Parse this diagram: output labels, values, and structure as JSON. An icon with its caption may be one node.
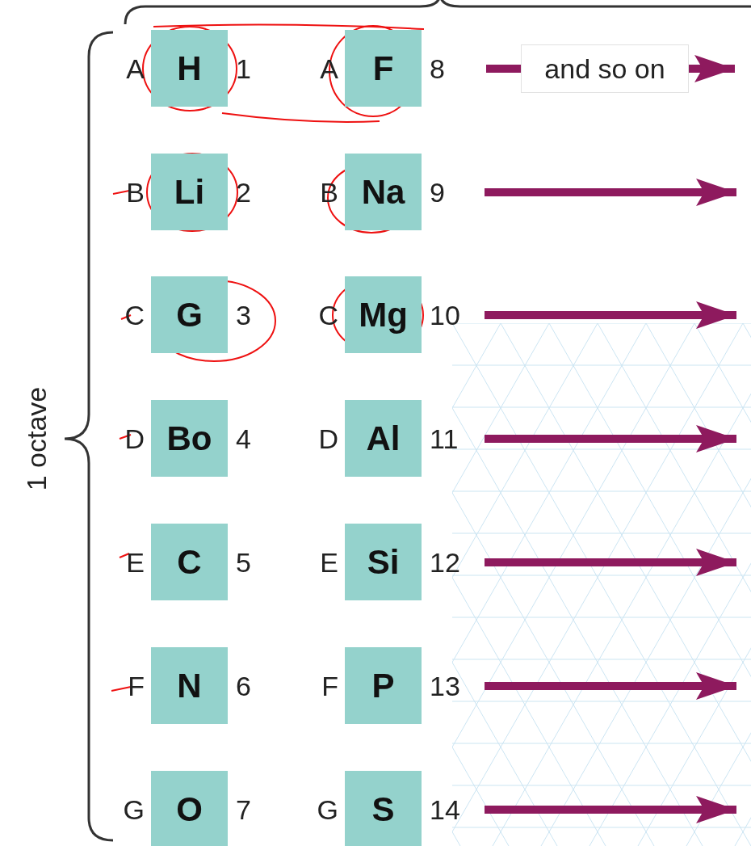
{
  "diagram": {
    "nodes": [
      {
        "text": [
          "H"
        ],
        "beside": [
          "A",
          "1"
        ]
      },
      {
        "text": [
          "F"
        ],
        "beside": [
          "A",
          "8"
        ]
      },
      {
        "text": [
          "and so on"
        ]
      },
      {
        "text": [
          "Li"
        ],
        "beside": [
          "B",
          "2"
        ]
      },
      {
        "text": [
          "Na"
        ],
        "beside": [
          "B",
          "9"
        ]
      },
      {
        "text": [
          "G"
        ],
        "beside": [
          "C",
          "3"
        ]
      },
      {
        "text": [
          "Mg"
        ],
        "beside": [
          "C",
          "10"
        ]
      },
      {
        "text": [
          "Bo"
        ],
        "beside": [
          "D",
          "4"
        ]
      },
      {
        "text": [
          "Al"
        ],
        "beside": [
          "D",
          "11"
        ]
      },
      {
        "text": [
          "C"
        ],
        "beside": [
          "E",
          "5"
        ]
      },
      {
        "text": [
          "Si"
        ],
        "beside": [
          "E",
          "12"
        ]
      },
      {
        "text": [
          "N"
        ],
        "beside": [
          "F",
          "6"
        ]
      },
      {
        "text": [
          "P"
        ],
        "beside": [
          "F",
          "13"
        ]
      },
      {
        "text": [
          "O"
        ],
        "beside": [
          "G",
          "7"
        ]
      },
      {
        "text": [
          "S"
        ],
        "beside": [
          "G",
          "14"
        ]
      }
    ],
    "edges": [
      {
        "from": null,
        "to": 2,
        "arrow": "none"
      },
      {
        "from": 2,
        "to": null,
        "arrow": "to"
      }
    ],
    "labels": [
      "1 octave"
    ]
  }
}
